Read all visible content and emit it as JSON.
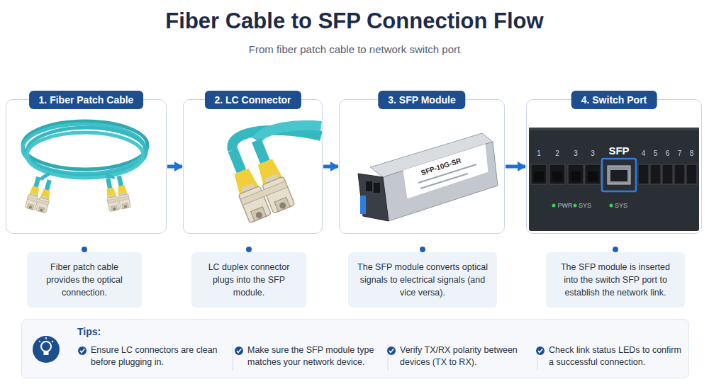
{
  "diagram": {
    "title": "Fiber Cable to SFP Connection Flow",
    "caption": "From fiber patch cable to network switch port",
    "nodes": [
      {
        "text": [
          "1. Fiber Patch Cable"
        ]
      },
      {
        "text": [
          "2. LC Connector"
        ]
      },
      {
        "text": [
          "3. SFP Module"
        ]
      },
      {
        "text": [
          "4. Switch Port"
        ]
      },
      {
        "text": [
          "Fiber patch cable provides the optical connection."
        ]
      },
      {
        "text": [
          "LC duplex connector plugs into the SFP module."
        ]
      },
      {
        "text": [
          "The SFP module converts optical signals to electrical signals (and vice versa)."
        ]
      },
      {
        "text": [
          "The SFP module is inserted into the switch SFP port to establish the network link."
        ]
      },
      {
        "text": [
          "Tips:",
          "Ensure LC connectors are clean before plugging in.",
          "Make sure the SFP module type matches your network device.",
          "Verify TX/RX polarity between devices (TX to RX).",
          "Check link status LEDs to confirm a successful connection."
        ]
      }
    ],
    "edges": [
      {
        "from": 0,
        "to": 1,
        "arrow": "to"
      },
      {
        "from": 1,
        "to": 2,
        "arrow": "to"
      },
      {
        "from": 2,
        "to": 3,
        "arrow": "to"
      }
    ],
    "labels": [
      "SFP-10G-SR",
      "1",
      "2",
      "3",
      "3",
      "SFP",
      "4",
      "5",
      "6",
      "7",
      "8",
      "PWR",
      "SYS",
      "SYS"
    ]
  }
}
